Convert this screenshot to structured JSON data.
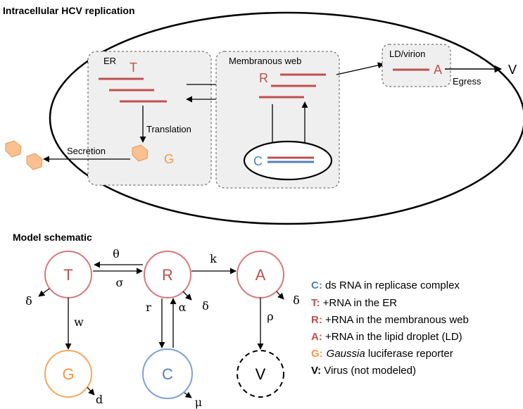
{
  "top_title": "Intracellular HCV replication",
  "top": {
    "er_label": "ER",
    "er_T": "T",
    "web_label": "Membranous web",
    "web_R": "R",
    "ld_label": "LD/virion",
    "ld_A": "A",
    "V": "V",
    "egress": "Egress",
    "translation": "Translation",
    "secretion": "Secretion",
    "G": "G",
    "C": "C"
  },
  "bottom_title": "Model schematic",
  "nodes": {
    "T": "T",
    "R": "R",
    "A": "A",
    "G": "G",
    "C": "C",
    "V": "V"
  },
  "rates": {
    "theta": "θ",
    "sigma": "σ",
    "k": "k",
    "w": "w",
    "r": "r",
    "alpha": "α",
    "rho": "ρ",
    "delta": "δ",
    "d": "d",
    "mu": "μ"
  },
  "legend": [
    {
      "key": "C:",
      "text": " ds RNA in replicase complex",
      "color": "#4f81bd"
    },
    {
      "key": "T:",
      "text": " +RNA in the ER",
      "color": "#c0504d"
    },
    {
      "key": "R:",
      "text": " +RNA in the membranous web",
      "color": "#c0504d"
    },
    {
      "key": "A:",
      "text": " +RNA in the lipid droplet (LD)",
      "color": "#c0504d"
    },
    {
      "key": "G:",
      "text_italic": "Gaussia",
      "text": " luciferase reporter",
      "color": "#f79646"
    },
    {
      "key": "V:",
      "text": " Virus (not modeled)",
      "color": "#000000"
    }
  ]
}
